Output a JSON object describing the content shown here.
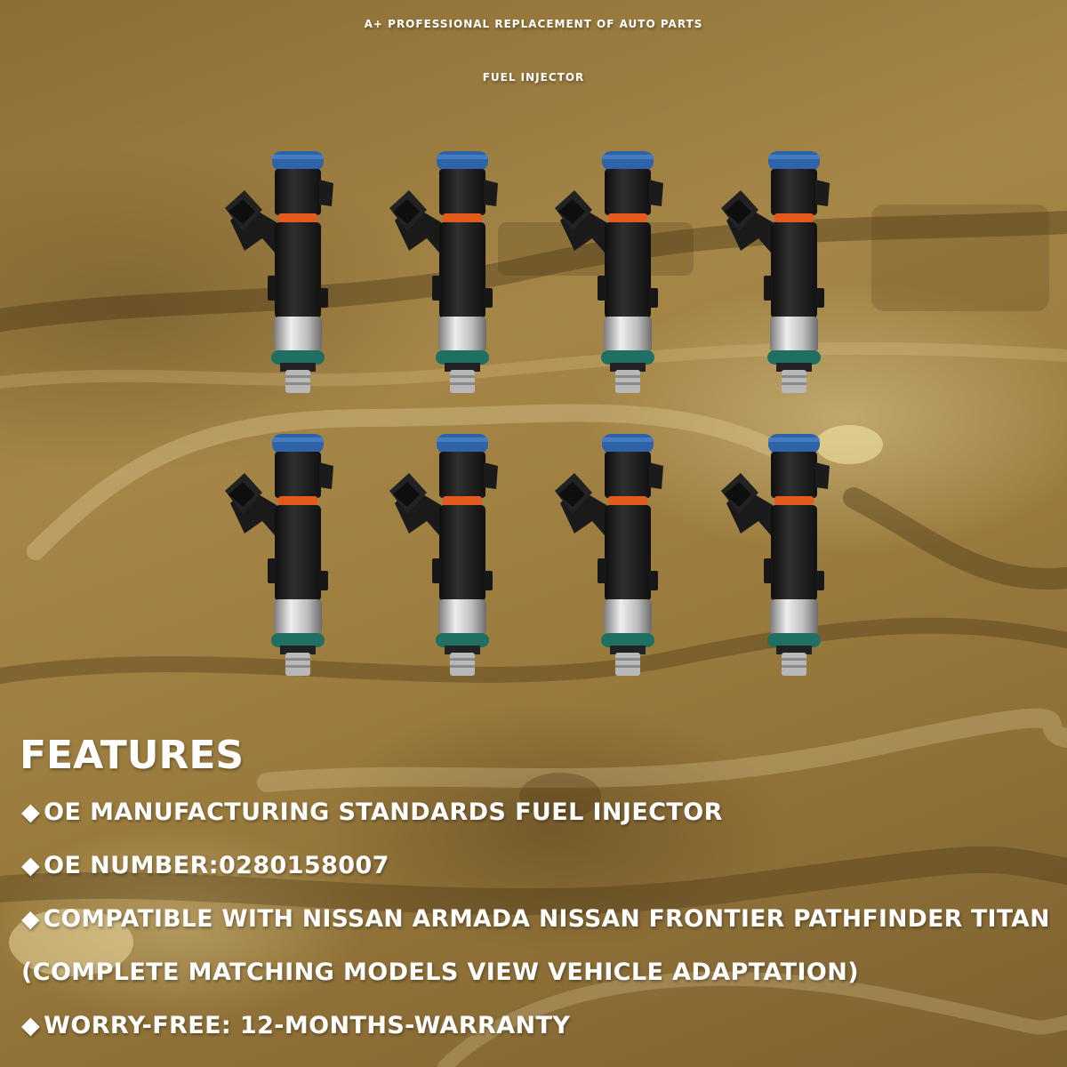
{
  "header": {
    "title_line_1": "A+ PROFESSIONAL REPLACEMENT OF AUTO PARTS",
    "title_line_2": "FUEL INJECTOR"
  },
  "product": {
    "image": "fuel-injector-set",
    "quantity_shown": 8,
    "colors": {
      "top_seal": "#2f63a8",
      "body": "#1c1c1c",
      "mid_ring": "#e35a1c",
      "sleeve": "#c9c9c9",
      "bottom_seal": "#1f6f63",
      "nozzle": "#b8b8b8"
    }
  },
  "features": {
    "heading": "FEATURES",
    "bullet": "◆",
    "items": [
      "OE MANUFACTURING STANDARDS FUEL INJECTOR",
      "OE NUMBER:0280158007",
      "COMPATIBLE WITH NISSAN ARMADA NISSAN FRONTIER PATHFINDER TITAN",
      "WORRY-FREE: 12-MONTHS-WARRANTY"
    ],
    "compat_continuation": "(COMPLETE MATCHING MODELS VIEW VEHICLE ADAPTATION)"
  },
  "theme": {
    "text_color": "#ffffff",
    "background_tone": "#9a7b3d"
  }
}
